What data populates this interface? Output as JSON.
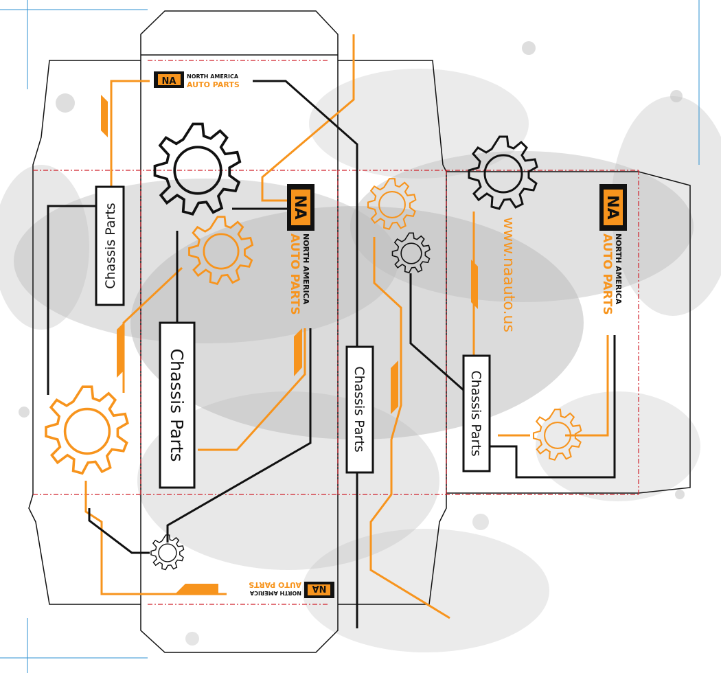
{
  "brand": {
    "badge": "NA",
    "line1": "NORTH AMERICA",
    "line2": "AUTO PARTS"
  },
  "labels": {
    "chassis": "Chassis Parts"
  },
  "website": "www.naauto.us",
  "colors": {
    "accent": "#F7941D",
    "ink": "#111111",
    "dieline": "#D0202A",
    "splatter": "#B9B9B9",
    "guide": "#2B8FD0"
  },
  "icons": [
    "gear-icon",
    "logo-badge"
  ]
}
